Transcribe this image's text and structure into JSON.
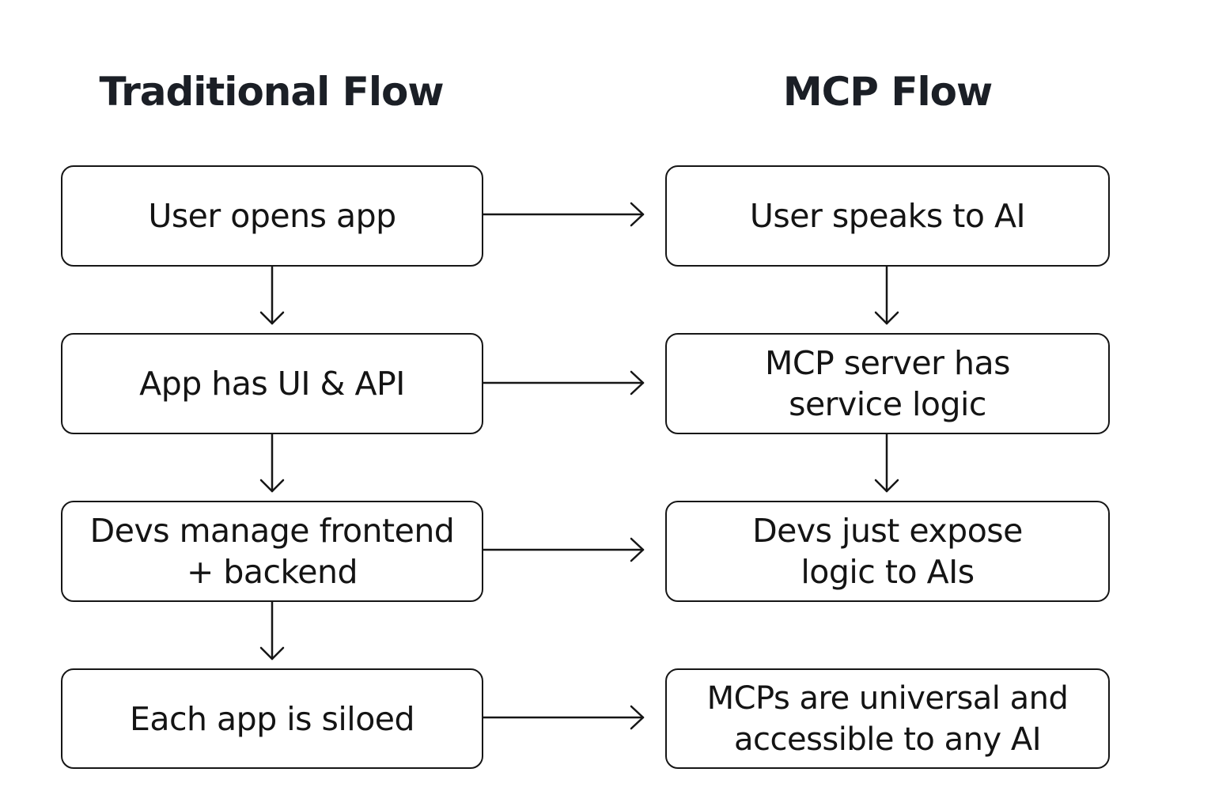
{
  "traditional": {
    "title": "Traditional Flow",
    "steps": [
      [
        "User opens app"
      ],
      [
        "App has UI & API"
      ],
      [
        "Devs manage frontend",
        "+ backend"
      ],
      [
        "Each app is siloed"
      ]
    ]
  },
  "mcp": {
    "title": "MCP Flow",
    "steps": [
      [
        "User speaks to AI"
      ],
      [
        "MCP server has",
        "service logic"
      ],
      [
        "Devs just expose",
        "logic to AIs"
      ],
      [
        "MCPs are universal and",
        "accessible to any AI"
      ]
    ]
  },
  "colors": {
    "stroke": "#161616",
    "text": "#141414",
    "heading": "#1b1f26",
    "background": "#ffffff"
  }
}
